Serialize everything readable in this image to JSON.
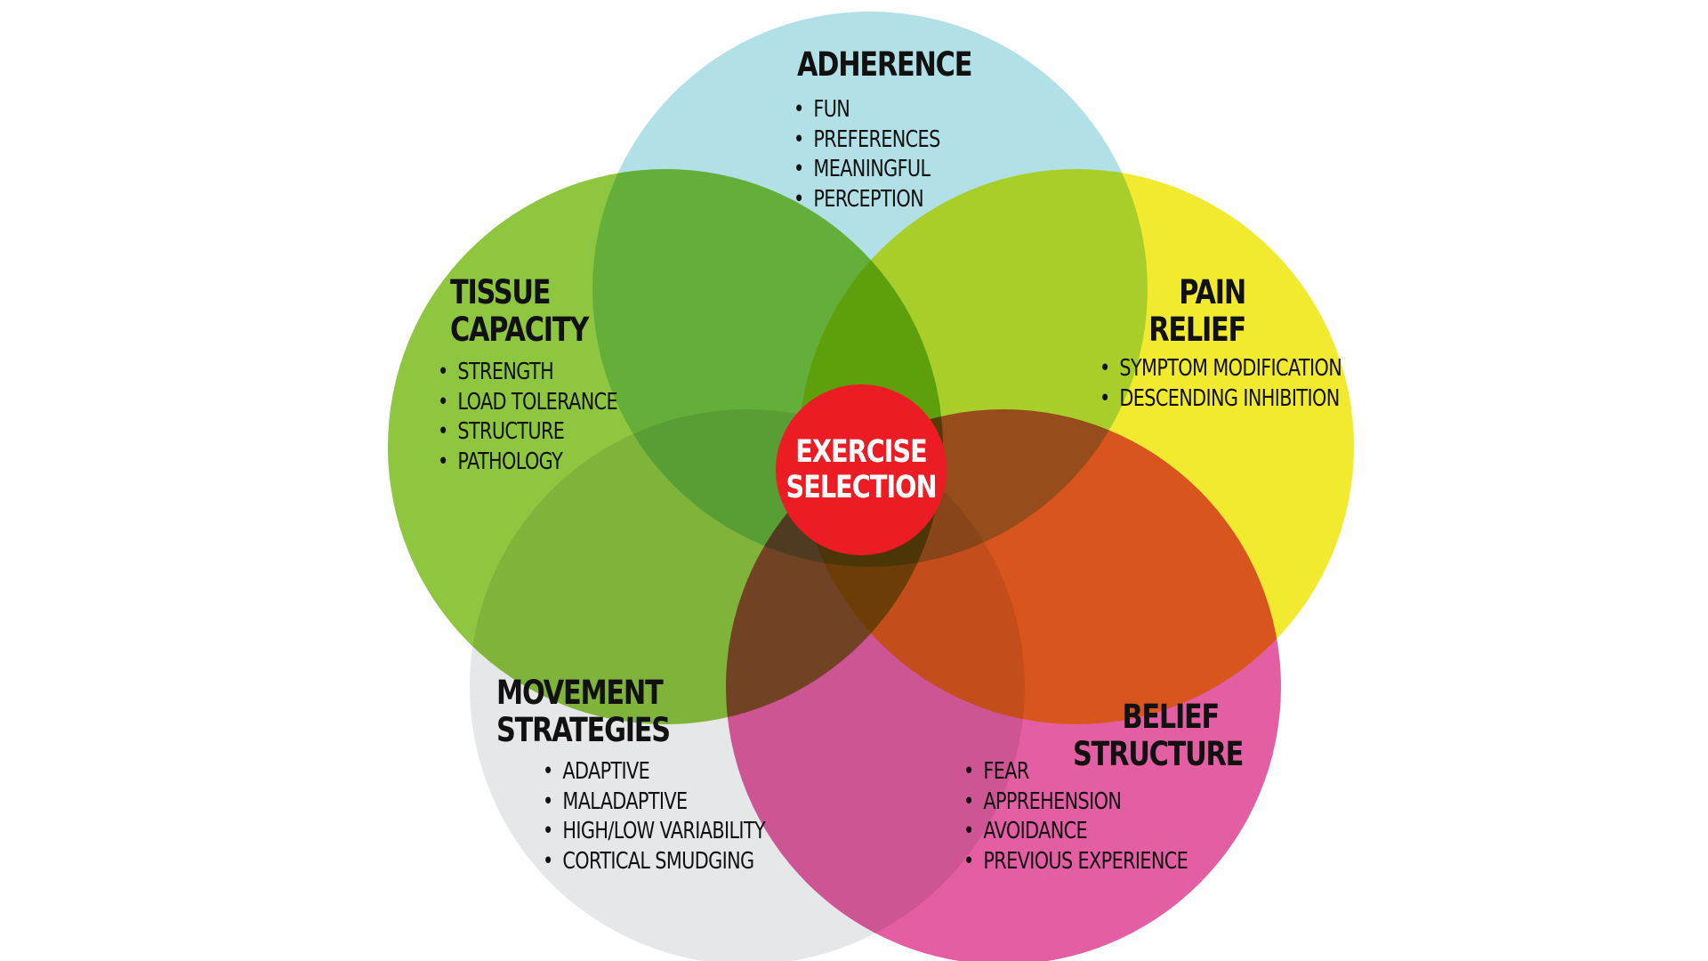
{
  "colors": {
    "adherence": "#b1e1e6",
    "tissue_capacity": "#8ec63f",
    "pain_relief": "#f2ea2e",
    "movement_strategies": "#e6e7e8",
    "belief_structure": "#e45ea3",
    "center": "#ec1c24"
  },
  "center": {
    "line1": "EXERCISE",
    "line2": "SELECTION"
  },
  "adherence": {
    "title": "ADHERENCE",
    "items": [
      "FUN",
      "PREFERENCES",
      "MEANINGFUL",
      "PERCEPTION"
    ]
  },
  "tissue_capacity": {
    "title_line1": "TISSUE",
    "title_line2": "CAPACITY",
    "items": [
      "STRENGTH",
      "LOAD TOLERANCE",
      "STRUCTURE",
      "PATHOLOGY"
    ]
  },
  "pain_relief": {
    "title_line1": "PAIN",
    "title_line2": "RELIEF",
    "items": [
      "SYMPTOM MODIFICATION",
      "DESCENDING INHIBITION"
    ]
  },
  "movement_strategies": {
    "title_line1": "MOVEMENT",
    "title_line2": "STRATEGIES",
    "items": [
      "ADAPTIVE",
      "MALADAPTIVE",
      "HIGH/LOW VARIABILITY",
      "CORTICAL SMUDGING"
    ]
  },
  "belief_structure": {
    "title_line1": "BELIEF",
    "title_line2": "STRUCTURE",
    "items": [
      "FEAR",
      "APPREHENSION",
      "AVOIDANCE",
      "PREVIOUS EXPERIENCE"
    ]
  }
}
